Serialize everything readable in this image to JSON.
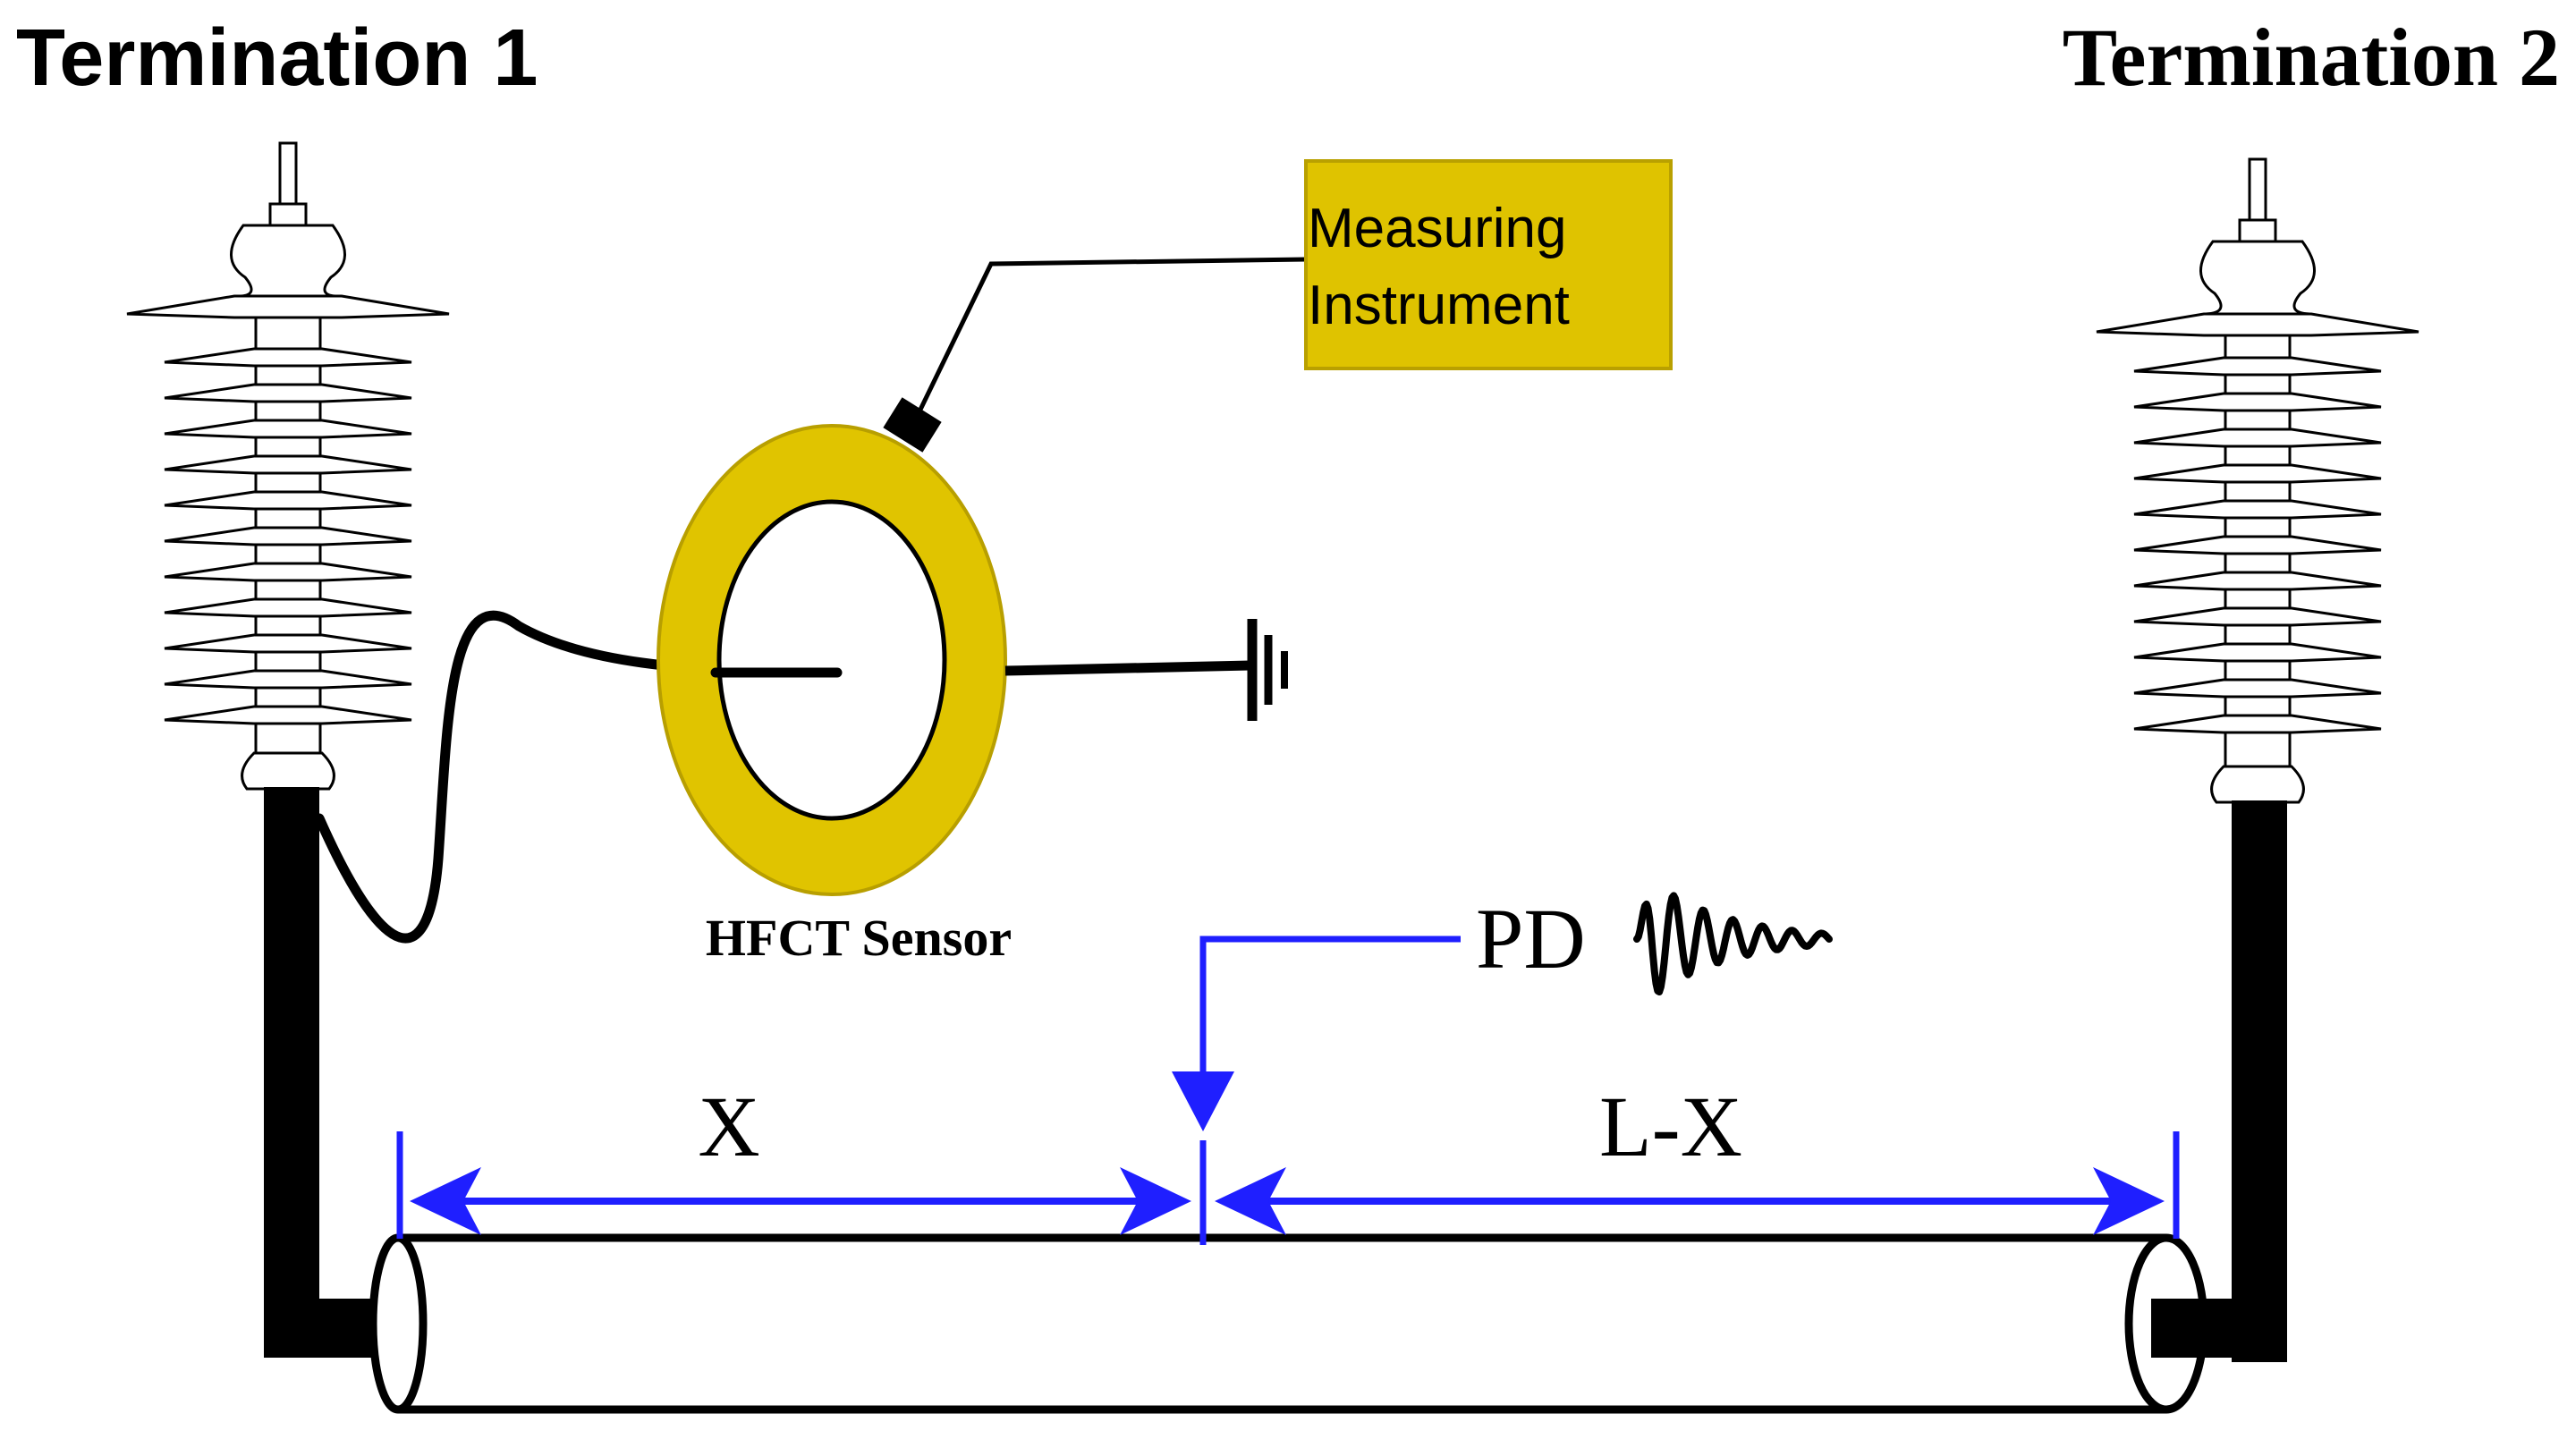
{
  "labels": {
    "termination_1": "Termination 1",
    "termination_2": "Termination 2",
    "measuring_instrument_line1": "Measuring",
    "measuring_instrument_line2": "Instrument",
    "hfct_sensor": "HFCT Sensor",
    "pd": "PD",
    "x": "X",
    "l_minus_x": "L-X"
  },
  "colors": {
    "sensor_ring": "#E0C400",
    "instrument_box": "#DFC300",
    "dimension_blue": "#1F1FFF",
    "ink": "#000000",
    "insulator_fill": "#ffffff"
  },
  "icons": {
    "ground": "ground-icon",
    "pd_waveform": "pd-waveform-icon"
  }
}
